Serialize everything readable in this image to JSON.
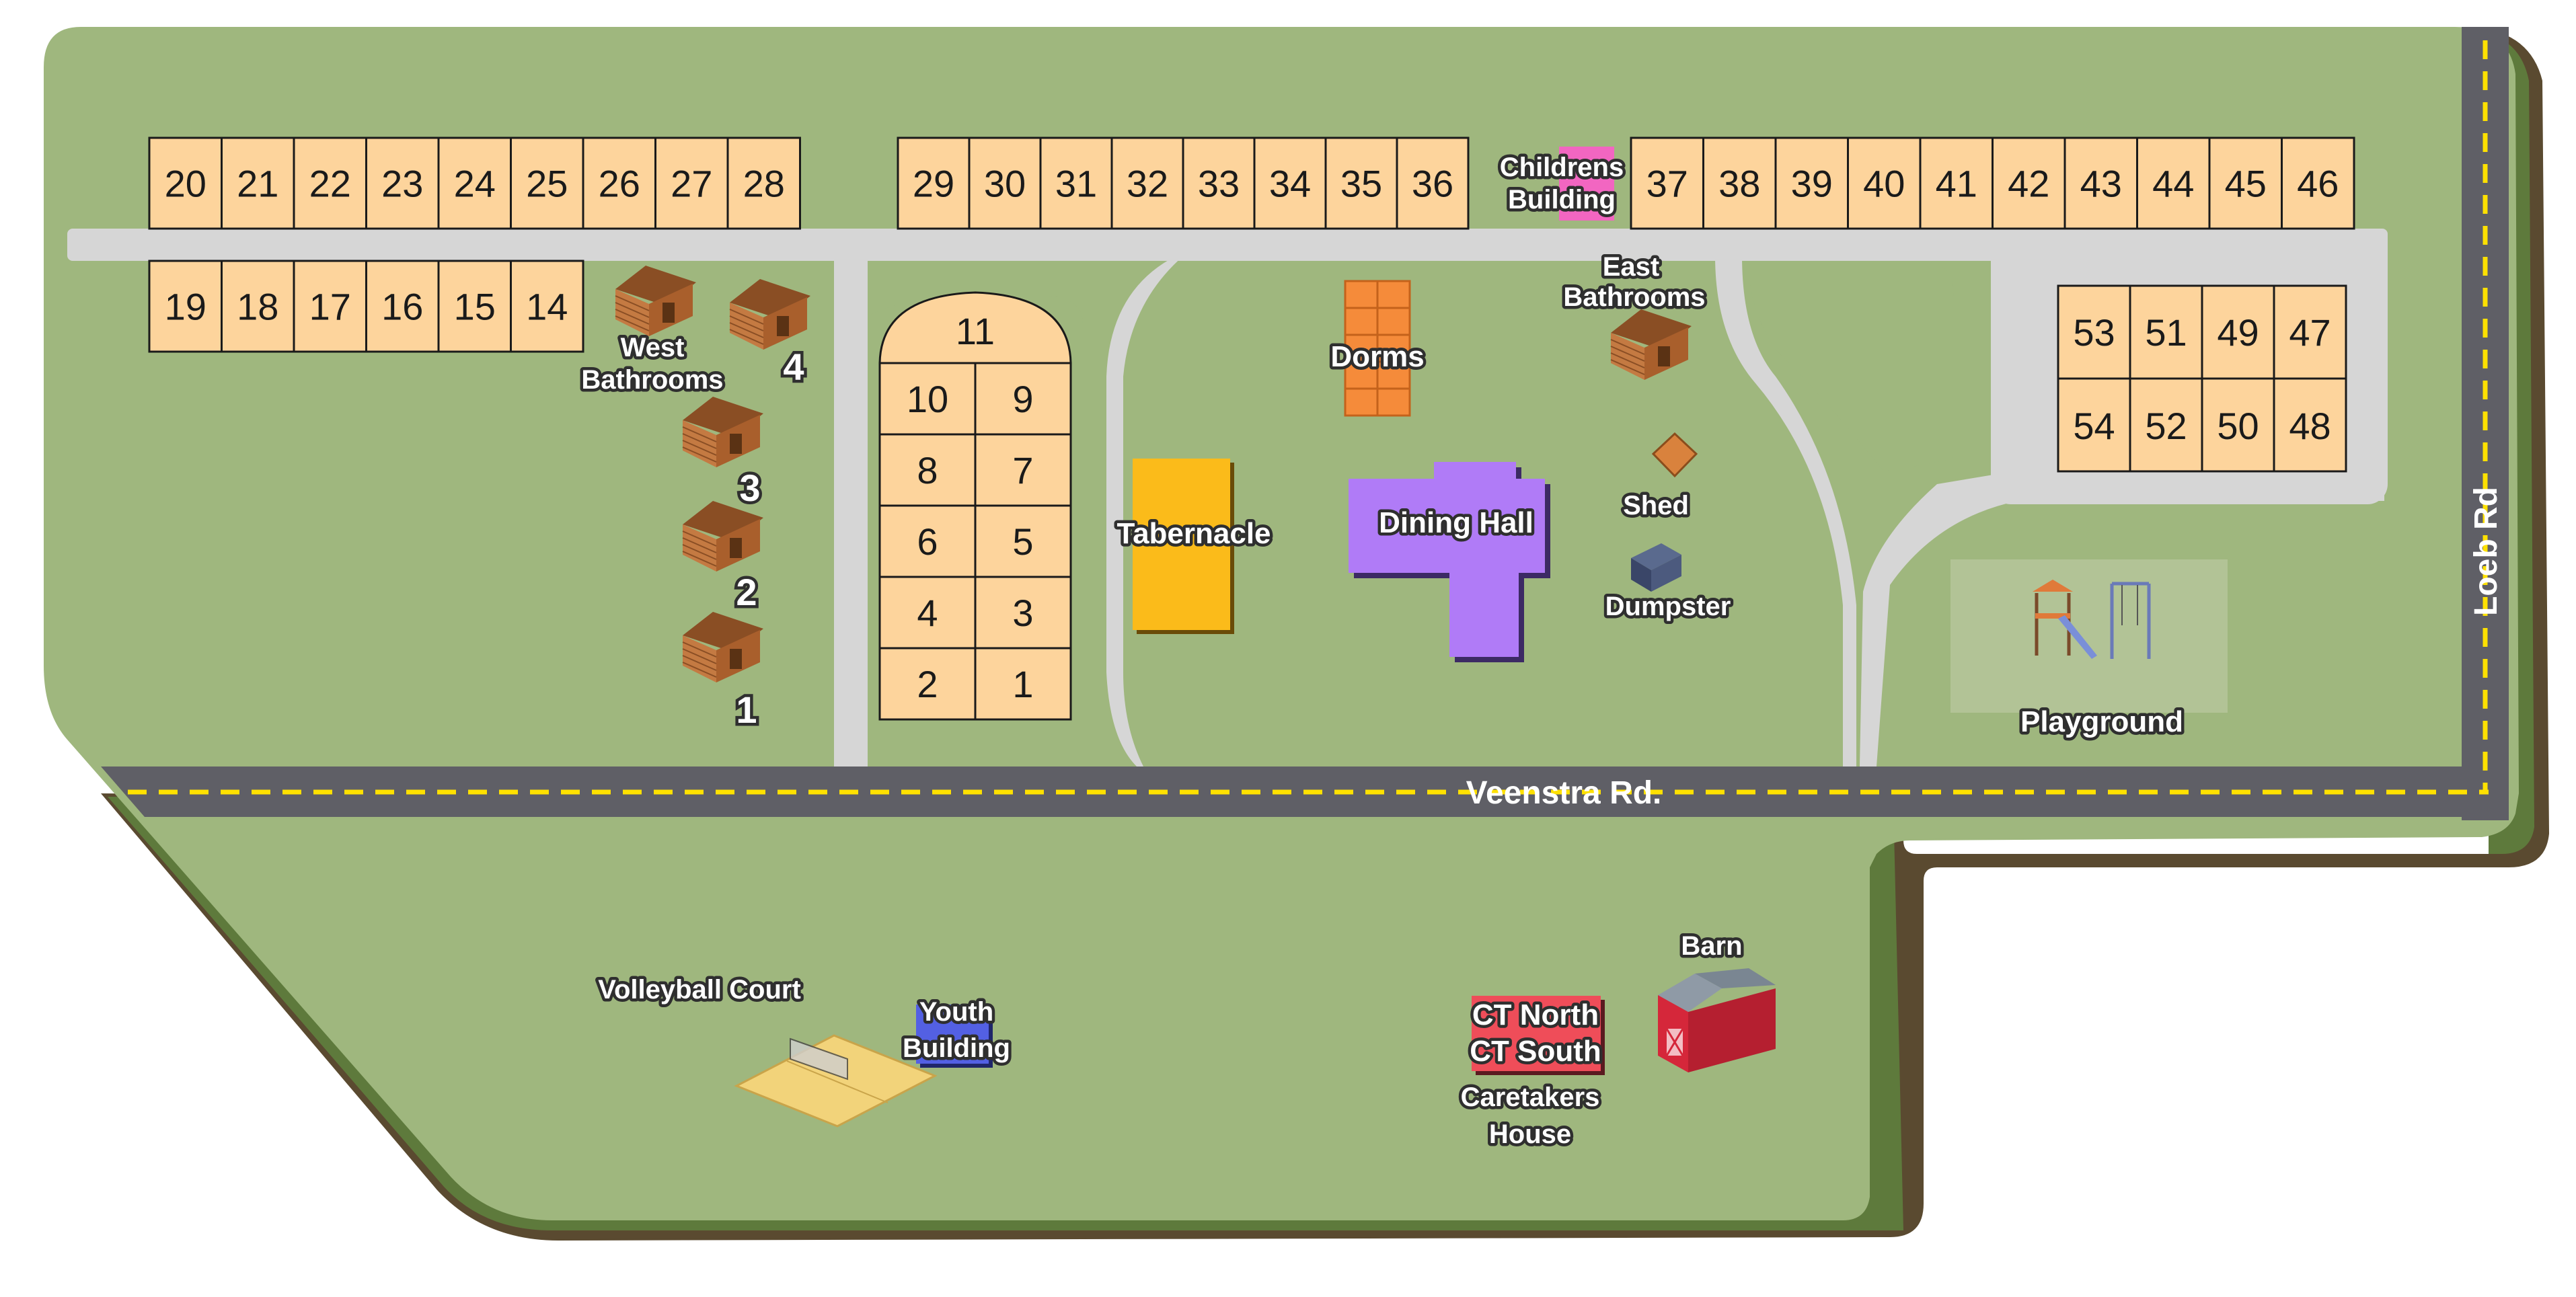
{
  "roads": {
    "veenstra": "Veenstra Rd.",
    "loeb": "Loeb Rd"
  },
  "lots": {
    "top_left": [
      "20",
      "21",
      "22",
      "23",
      "24",
      "25",
      "26",
      "27",
      "28"
    ],
    "bottom_left": [
      "19",
      "18",
      "17",
      "16",
      "15",
      "14"
    ],
    "top_middle": [
      "29",
      "30",
      "31",
      "32",
      "33",
      "34",
      "35",
      "36"
    ],
    "top_right": [
      "37",
      "38",
      "39",
      "40",
      "41",
      "42",
      "43",
      "44",
      "45",
      "46"
    ],
    "right_block_top": [
      "53",
      "51",
      "49",
      "47"
    ],
    "right_block_bottom": [
      "54",
      "52",
      "50",
      "48"
    ],
    "loop_top": "11",
    "loop_grid": [
      [
        "10",
        "9"
      ],
      [
        "8",
        "7"
      ],
      [
        "6",
        "5"
      ],
      [
        "4",
        "3"
      ],
      [
        "2",
        "1"
      ]
    ]
  },
  "buildings": {
    "childrens_line1": "Childrens",
    "childrens_line2": "Building",
    "west_bath_line1": "West",
    "west_bath_line2": "Bathrooms",
    "east_bath_line1": "East",
    "east_bath_line2": "Bathrooms",
    "dorms": "Dorms",
    "tabernacle": "Tabernacle",
    "dining_hall": "Dining Hall",
    "shed": "Shed",
    "dumpster": "Dumpster",
    "playground": "Playground",
    "volleyball": "Volleyball Court",
    "youth_line1": "Youth",
    "youth_line2": "Building",
    "ct_north": "CT North",
    "ct_south": "CT South",
    "caretakers_line1": "Caretakers",
    "caretakers_line2": "House",
    "barn": "Barn"
  },
  "cabins": [
    "4",
    "3",
    "2",
    "1"
  ],
  "colors": {
    "grass": "#9fb77e",
    "grass_south": "#8aac6c",
    "edge_dark": "#5a4a30",
    "edge_green": "#5e7a3c",
    "path": "#d6d6d6",
    "road": "#5f5f66",
    "road_line": "#ffe100",
    "lot": "#fdd49c",
    "lot_border": "#1a1a1a",
    "dorms": "#f58b3a",
    "tabernacle": "#fbbb1a",
    "dining": "#b07bf7",
    "childrens": "#f266c1",
    "youth": "#5360e3",
    "caretakers": "#ef4d59",
    "barn": "#d5273a",
    "playground_pad": "#b5c69a"
  }
}
